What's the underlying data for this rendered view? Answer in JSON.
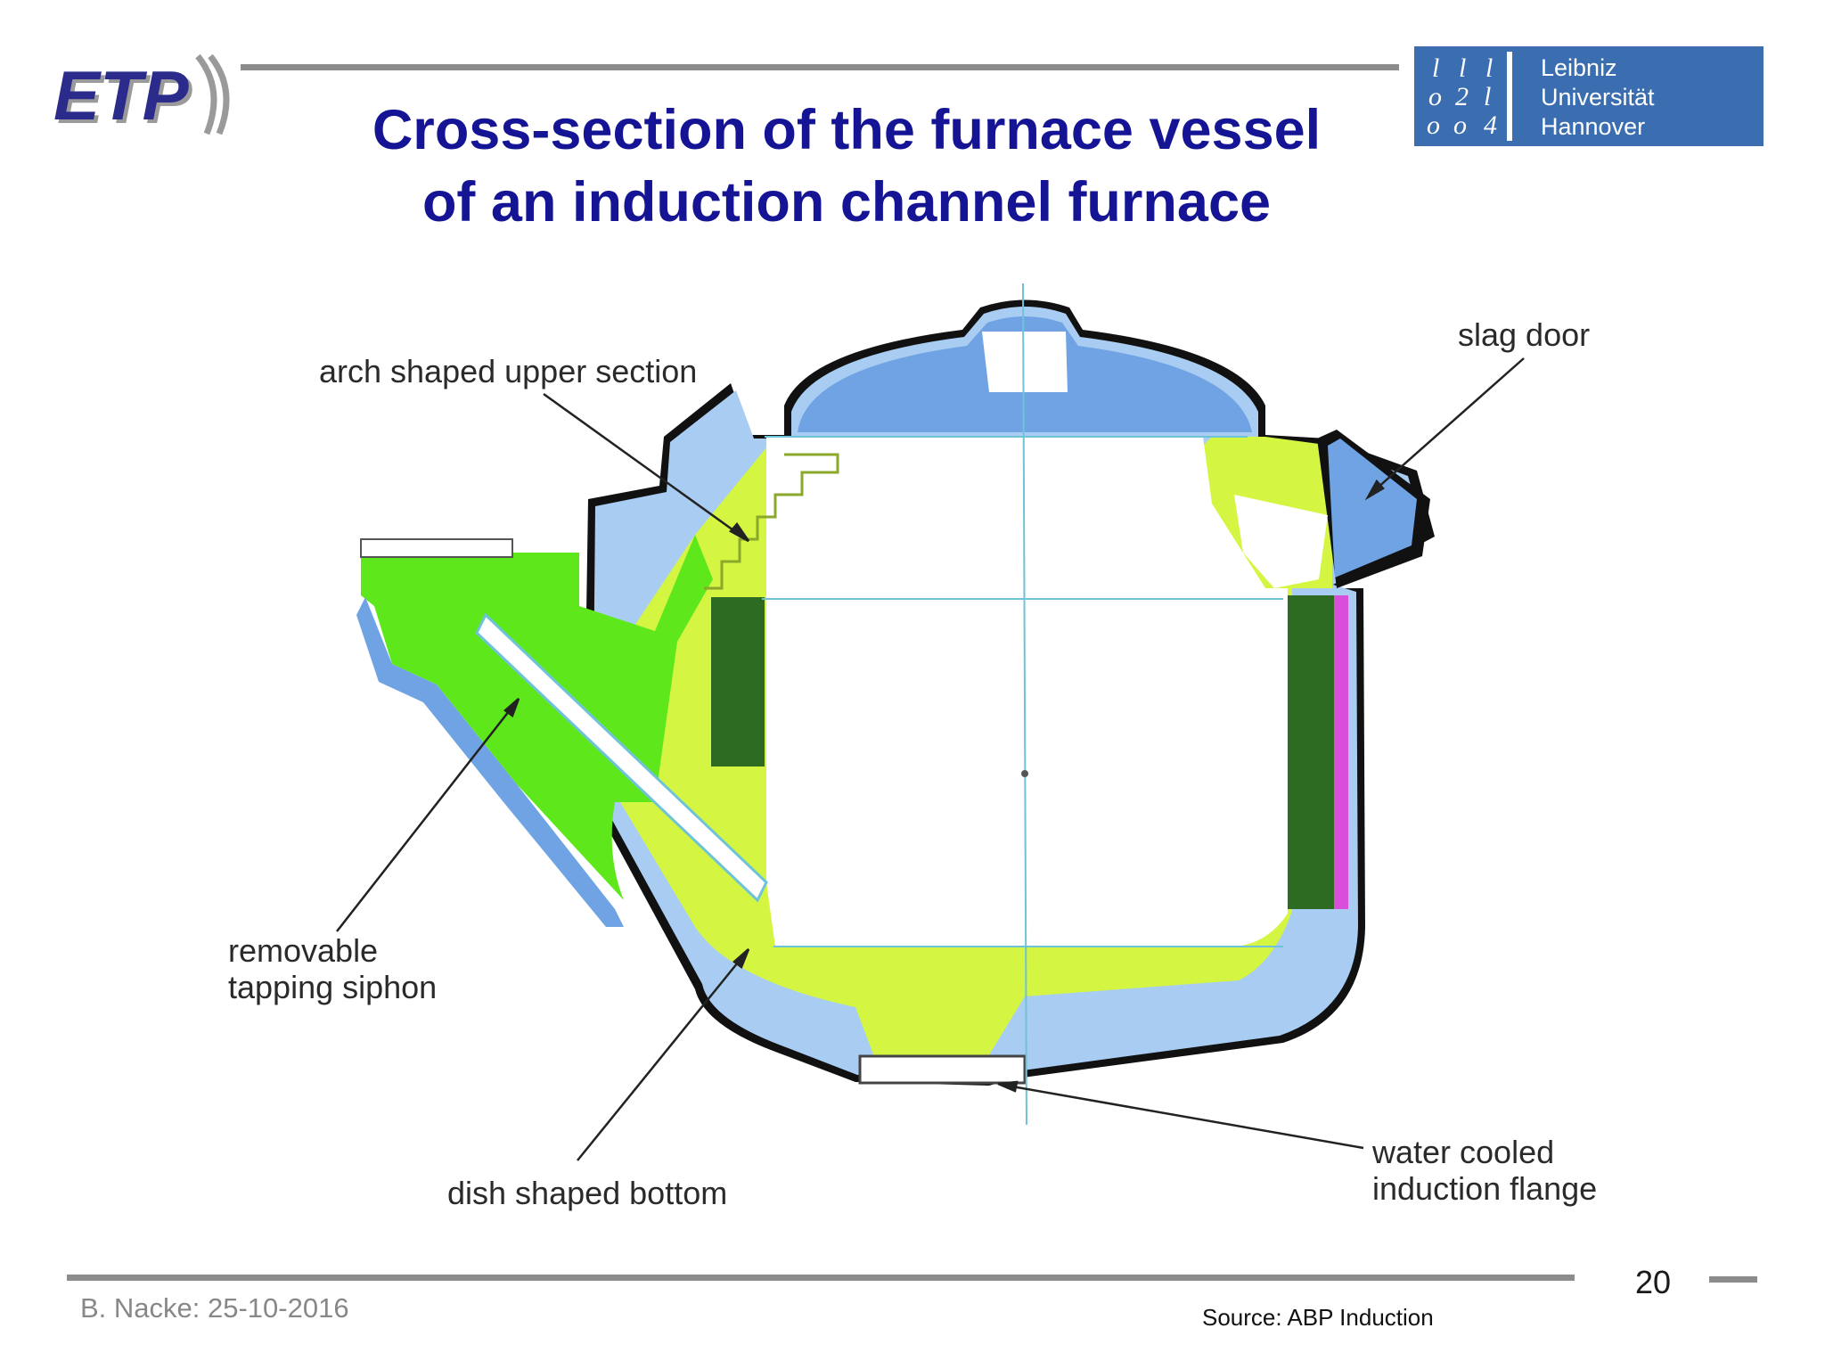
{
  "header": {
    "logo_text": "ETP",
    "title_line1": "Cross-section of the furnace vessel",
    "title_line2": "of an induction channel furnace"
  },
  "university_logo": {
    "mark_chars": [
      "l",
      "l",
      "l",
      "o",
      "2",
      "l",
      "o",
      "o",
      "4"
    ],
    "name_lines": [
      "Leibniz",
      "Universität",
      "Hannover"
    ]
  },
  "diagram": {
    "labels": {
      "arch": "arch shaped upper section",
      "slag": "slag door",
      "siphon_line1": "removable",
      "siphon_line2": "tapping siphon",
      "bottom": "dish shaped bottom",
      "flange_line1": "water cooled",
      "flange_line2": "induction flange"
    },
    "colors": {
      "refractory": "#d4f542",
      "siphon_green": "#5ee81c",
      "dark_green": "#2d6b22",
      "insulation_blue": "#6fa3e4",
      "light_blue": "#a9cdf2",
      "magenta": "#d94fd9",
      "shell": "#111111"
    }
  },
  "footer": {
    "author_date": "B. Nacke: 25-10-2016",
    "source": "Source: ABP Induction",
    "page_number": "20"
  }
}
